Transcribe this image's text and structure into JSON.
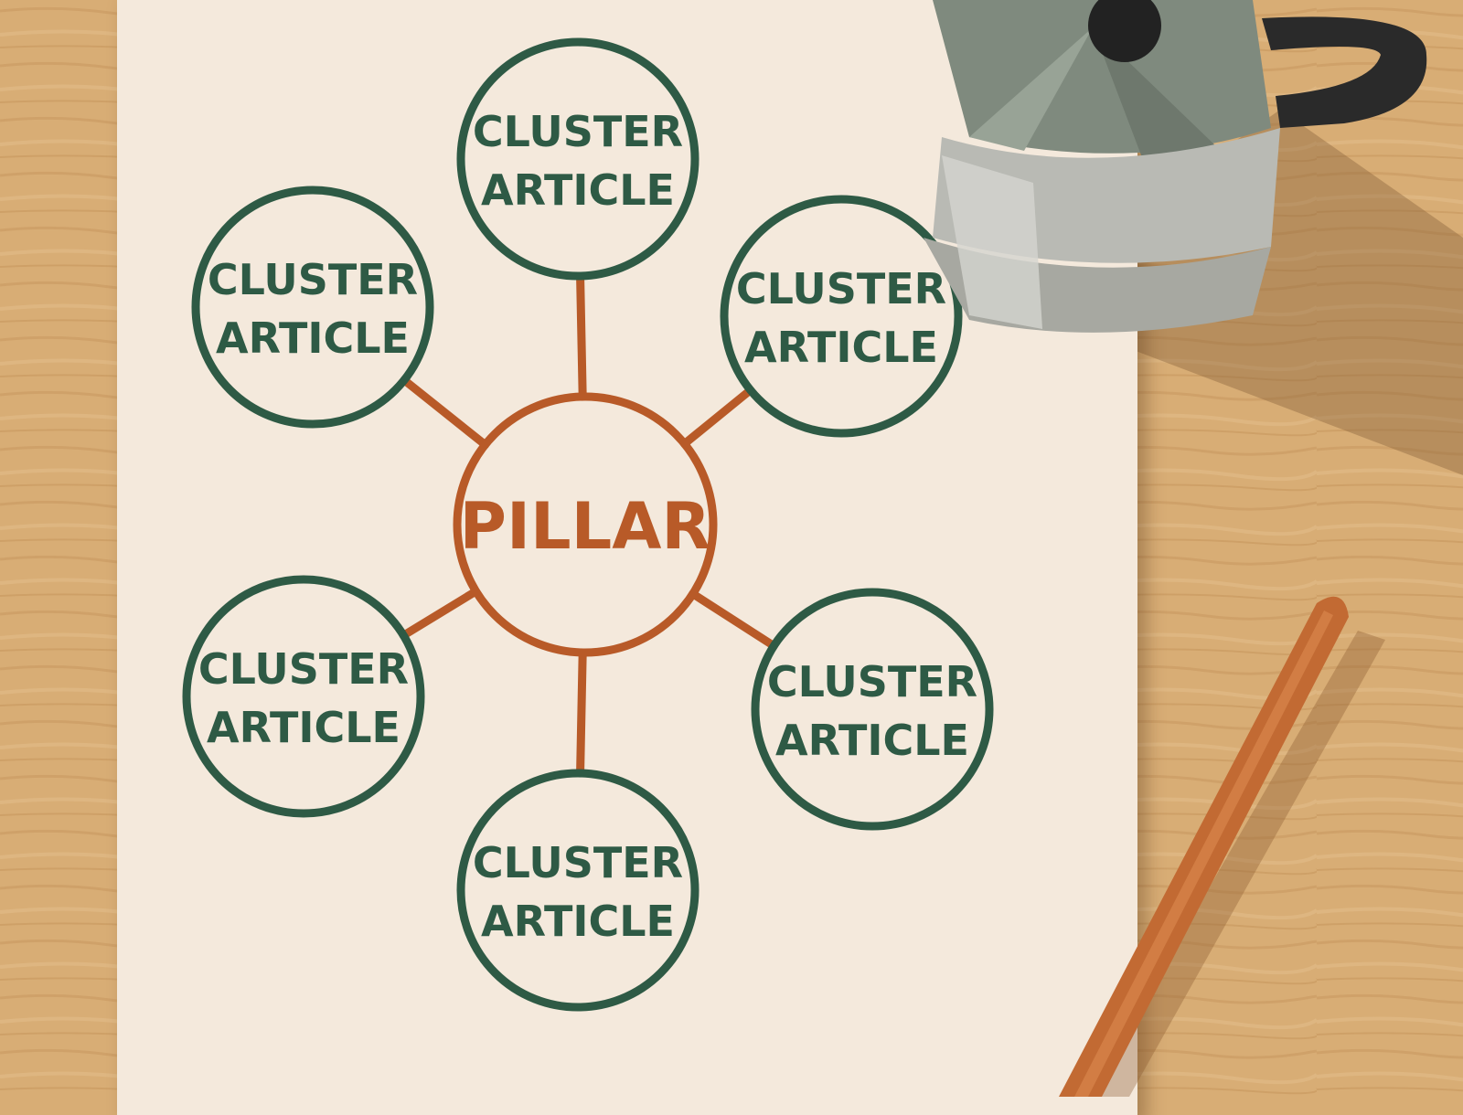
{
  "diagram": {
    "center": {
      "label": "PILLAR"
    },
    "nodes": [
      {
        "line1": "CLUSTER",
        "line2": "ARTICLE"
      },
      {
        "line1": "CLUSTER",
        "line2": "ARTICLE"
      },
      {
        "line1": "CLUSTER",
        "line2": "ARTICLE"
      },
      {
        "line1": "CLUSTER",
        "line2": "ARTICLE"
      },
      {
        "line1": "CLUSTER",
        "line2": "ARTICLE"
      },
      {
        "line1": "CLUSTER",
        "line2": "ARTICLE"
      }
    ],
    "colors": {
      "pillar": "#b85a28",
      "cluster": "#2e5a45",
      "paper": "#f4e9dc",
      "table": "#d8ad75"
    }
  },
  "objects": {
    "coffee_pot": {
      "icon": "moka-pot-icon"
    },
    "pencil": {
      "icon": "pencil-icon",
      "color": "#c26a33"
    }
  }
}
